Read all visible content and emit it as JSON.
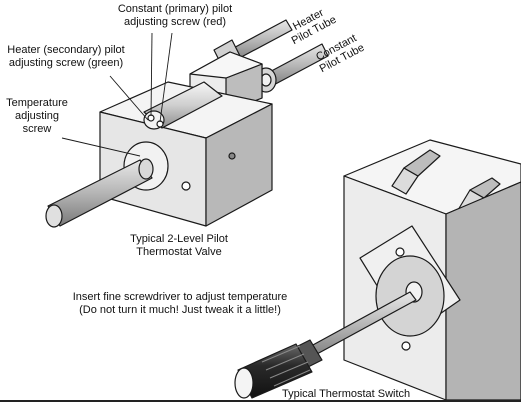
{
  "labels": {
    "constant_pilot_screw": [
      "Constant (primary) pilot",
      "adjusting screw (red)"
    ],
    "heater_pilot_screw": [
      "Heater (secondary) pilot",
      "adjusting screw (green)"
    ],
    "temperature_screw": [
      "Temperature",
      "adjusting",
      "screw"
    ],
    "heater_pilot_tube": [
      "Heater",
      "Pilot Tube"
    ],
    "constant_pilot_tube": [
      "Constant",
      "Pilot Tube"
    ],
    "valve_caption": [
      "Typical 2-Level Pilot",
      "Thermostat Valve"
    ],
    "instruction": [
      "Insert fine screwdriver to adjust temperature",
      "(Do not turn it much! Just tweak it a little!)"
    ],
    "switch_caption": "Typical Thermostat Switch"
  },
  "colors": {
    "line": "#1a1a1a",
    "body_light": "#f2f2f2",
    "body_mid": "#c8c8c8",
    "body_dark": "#9a9a9a",
    "handle": "#2a2a2a"
  }
}
